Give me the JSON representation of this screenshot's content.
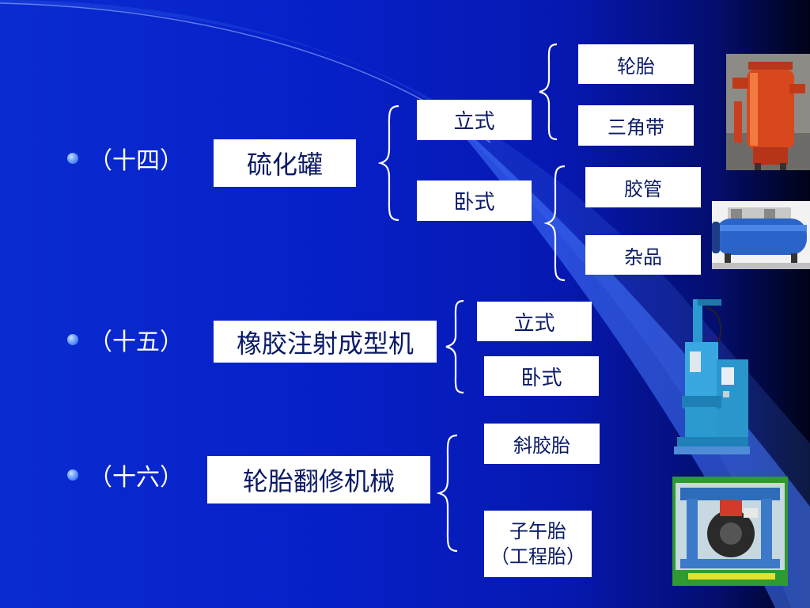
{
  "slide": {
    "items": [
      {
        "number": "（十四）",
        "title": "硫化罐",
        "branches": [
          {
            "label": "立式",
            "leaves": [
              "轮胎",
              "三角带"
            ]
          },
          {
            "label": "卧式",
            "leaves": [
              "胶管",
              "杂品"
            ]
          }
        ]
      },
      {
        "number": "（十五）",
        "title": "橡胶注射成型机",
        "branches": [
          {
            "label": "立式"
          },
          {
            "label": "卧式"
          }
        ]
      },
      {
        "number": "（十六）",
        "title": "轮胎翻修机械",
        "branches": [
          {
            "label": "斜胶胎"
          },
          {
            "label_line1": "子午胎",
            "label_line2": "（工程胎）"
          }
        ]
      }
    ],
    "colors": {
      "background": "#0620c8",
      "box_fill": "#ffffff",
      "box_text": "#0a1a66",
      "text": "#ffffff",
      "bullet": "#4a7cf0"
    },
    "images": [
      "vertical-vulcanizing-tank-photo",
      "horizontal-vulcanizing-tank-photo",
      "rubber-injection-machine-photo",
      "tire-retreading-machine-photo"
    ]
  }
}
